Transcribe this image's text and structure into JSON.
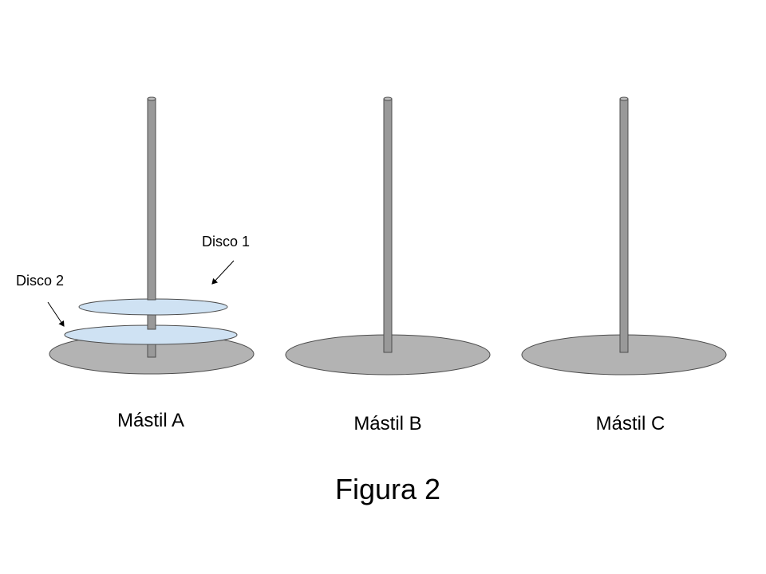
{
  "figure": {
    "caption": "Figura 2"
  },
  "masts": [
    {
      "label": "Mástil A"
    },
    {
      "label": "Mástil B"
    },
    {
      "label": "Mástil C"
    }
  ],
  "disks": [
    {
      "label": "Disco 1"
    },
    {
      "label": "Disco 2"
    }
  ],
  "colors": {
    "base_fill": "#b3b3b3",
    "disk_fill": "#cfe2f3",
    "rod_fill": "#999999",
    "stroke": "#4d4d4d",
    "text": "#000000"
  }
}
